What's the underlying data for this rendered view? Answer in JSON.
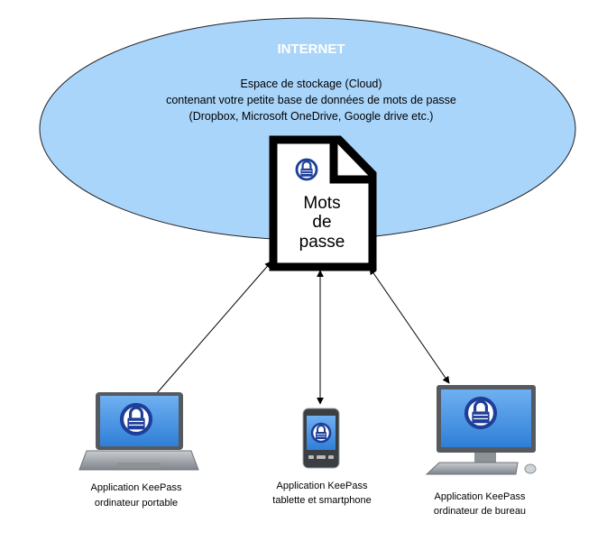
{
  "cloud": {
    "title": "INTERNET",
    "line1": "Espace de stockage (Cloud)",
    "line2": "contenant votre petite base de données de mots de passe",
    "line3": "(Dropbox, Microsoft OneDrive, Google drive etc.)",
    "fill_color": "#a9d5fb",
    "title_color": "#ffffff"
  },
  "document": {
    "line1": "Mots",
    "line2": "de",
    "line3": "passe",
    "icon": "keepass-lock-icon"
  },
  "devices": {
    "laptop": {
      "line1": "Application KeePass",
      "line2": "ordinateur portable",
      "icon": "laptop-icon"
    },
    "mobile": {
      "line1": "Application KeePass",
      "line2": "tablette et smartphone",
      "icon": "smartphone-icon"
    },
    "desktop": {
      "line1": "Application KeePass",
      "line2": "ordinateur de bureau",
      "icon": "desktop-computer-icon"
    }
  },
  "colors": {
    "screen_blue": "#3d8be0",
    "lock_blue": "#1e3f99",
    "device_gray": "#9aa0a6"
  }
}
